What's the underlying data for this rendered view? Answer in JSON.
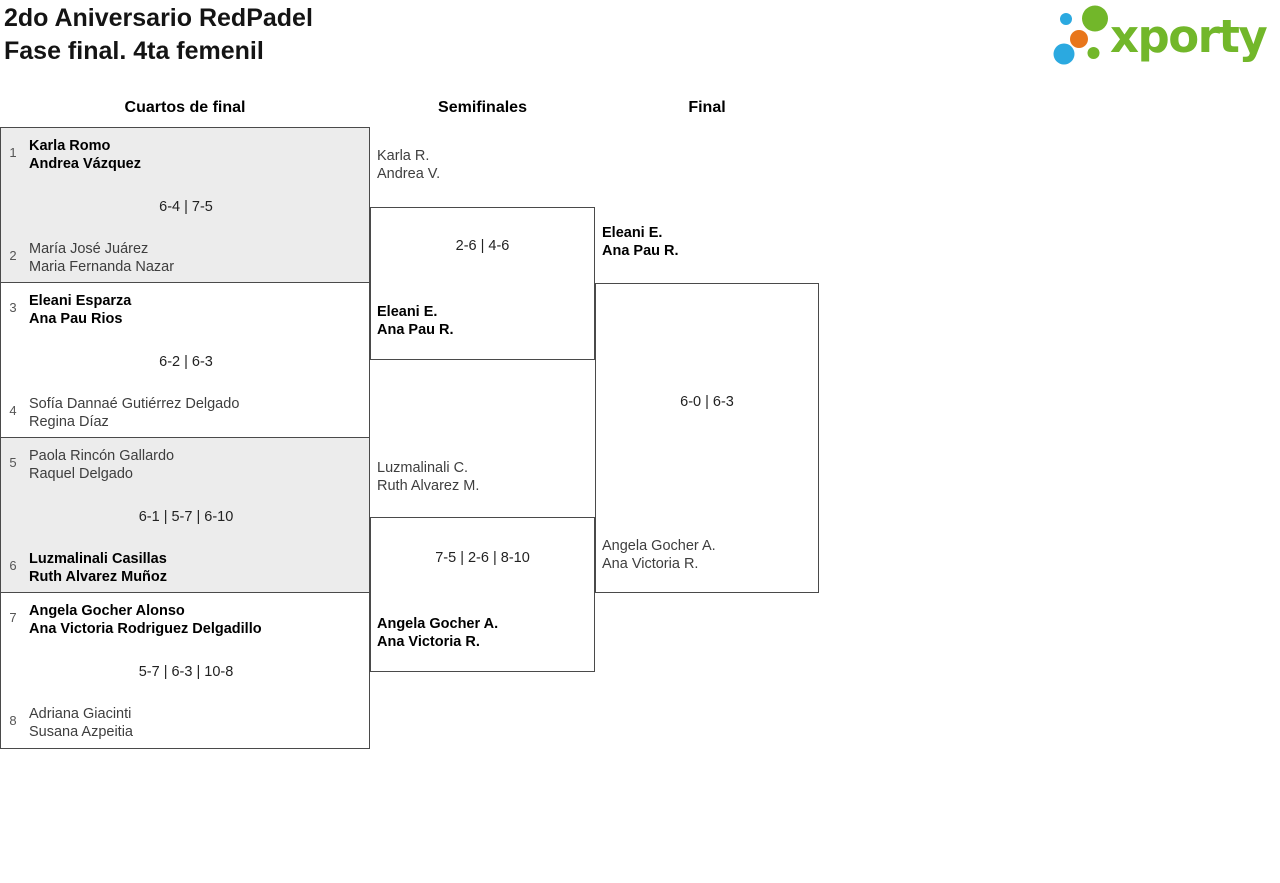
{
  "header": {
    "title_line1": "2do Aniversario RedPadel",
    "title_line2": "Fase final. 4ta femenil"
  },
  "logo": {
    "brand": "xporty"
  },
  "colors": {
    "brand_green": "#72b72a",
    "brand_blue": "#2ba9e0",
    "brand_orange": "#e8761b",
    "box_shade": "#ececec",
    "line": "#4a4a4a",
    "seed": "#555555"
  },
  "rounds": {
    "quarterfinals_label": "Cuartos de final",
    "semifinals_label": "Semifinales",
    "final_label": "Final"
  },
  "quarterfinals": [
    {
      "seed_top": "1",
      "team_top": [
        "Karla Romo",
        "Andrea Vázquez"
      ],
      "score": "6-4 | 7-5",
      "seed_bottom": "2",
      "team_bottom": [
        "María José Juárez",
        "Maria Fernanda Nazar"
      ]
    },
    {
      "seed_top": "3",
      "team_top": [
        "Eleani Esparza",
        "Ana Pau Rios"
      ],
      "score": "6-2 | 6-3",
      "seed_bottom": "4",
      "team_bottom": [
        "Sofía Dannaé Gutiérrez Delgado",
        "Regina Díaz"
      ]
    },
    {
      "seed_top": "5",
      "team_top": [
        "Paola Rincón Gallardo",
        "Raquel Delgado"
      ],
      "score": "6-1 | 5-7 | 6-10",
      "seed_bottom": "6",
      "team_bottom": [
        "Luzmalinali Casillas",
        "Ruth Alvarez Muñoz"
      ]
    },
    {
      "seed_top": "7",
      "team_top": [
        "Angela Gocher Alonso",
        "Ana Victoria Rodriguez Delgadillo"
      ],
      "score": "5-7 | 6-3 | 10-8",
      "seed_bottom": "8",
      "team_bottom": [
        "Adriana Giacinti",
        "Susana Azpeitia"
      ]
    }
  ],
  "semifinals": [
    {
      "team_top": [
        "Karla R.",
        "Andrea V."
      ],
      "score": "2-6 | 4-6",
      "team_bottom": [
        "Eleani E.",
        "Ana Pau R."
      ]
    },
    {
      "team_top": [
        "Luzmalinali C.",
        "Ruth Alvarez M."
      ],
      "score": "7-5 | 2-6 | 8-10",
      "team_bottom": [
        "Angela Gocher A.",
        "Ana Victoria R."
      ]
    }
  ],
  "final": {
    "team_top": [
      "Eleani E.",
      "Ana Pau R."
    ],
    "score": "6-0 | 6-3",
    "team_bottom": [
      "Angela Gocher A.",
      "Ana Victoria R."
    ]
  }
}
